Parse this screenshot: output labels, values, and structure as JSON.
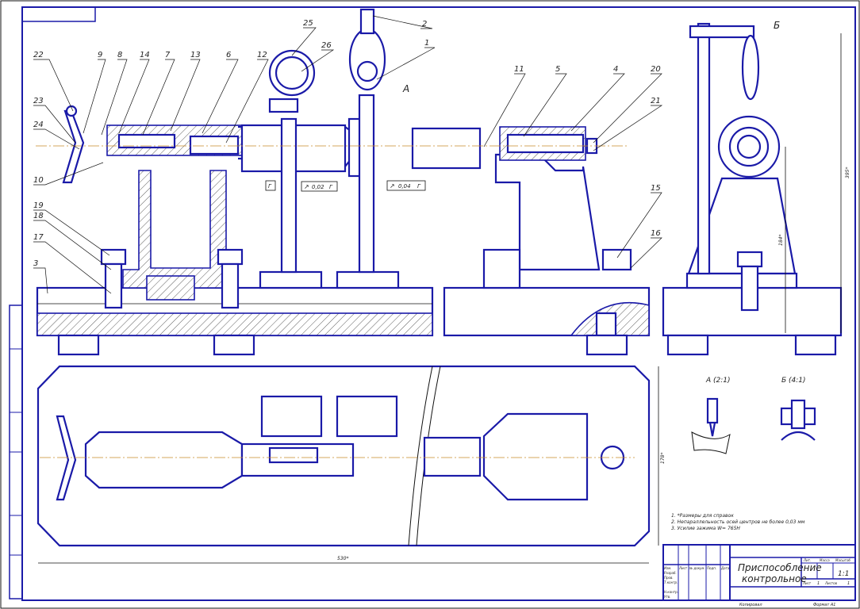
{
  "drawing": {
    "title_line1": "Приспособление",
    "title_line2": "контрольное",
    "scale": "1:1",
    "sheet": "1",
    "sheets": "1",
    "copied_label": "Копировал",
    "format_label": "Формат A1",
    "title_block_labels": [
      "Изм.",
      "Лист",
      "№ докум.",
      "Подп.",
      "Дата",
      "Разраб.",
      "Пров.",
      "Т.контр.",
      "Н.контр.",
      "Утв.",
      "Лит.",
      "Масса",
      "Масштаб",
      "Лист",
      "Листов"
    ]
  },
  "notes": [
    "1. *Размеры для справок",
    "2. Непараллельность осей центров не более 0,03 мм",
    "3. Усилие зажима W= 765Н"
  ],
  "views": {
    "view_a": "А (2:1)",
    "view_b": "Б (4:1)",
    "section_a_marker": "А",
    "section_b_marker": "Б"
  },
  "tolerances": [
    {
      "symbol": "↗",
      "value": "0,02",
      "base": "Г"
    },
    {
      "symbol": "↗",
      "value": "0,04",
      "base": "Г"
    }
  ],
  "datum": "Г",
  "dimensions": {
    "length": "530*",
    "width": "178*",
    "height": "395*",
    "center_height": "184*"
  },
  "part_numbers": [
    "22",
    "9",
    "8",
    "14",
    "7",
    "13",
    "6",
    "12",
    "25",
    "26",
    "2",
    "1",
    "11",
    "5",
    "4",
    "20",
    "21",
    "23",
    "24",
    "10",
    "19",
    "18",
    "17",
    "3",
    "15",
    "16"
  ]
}
